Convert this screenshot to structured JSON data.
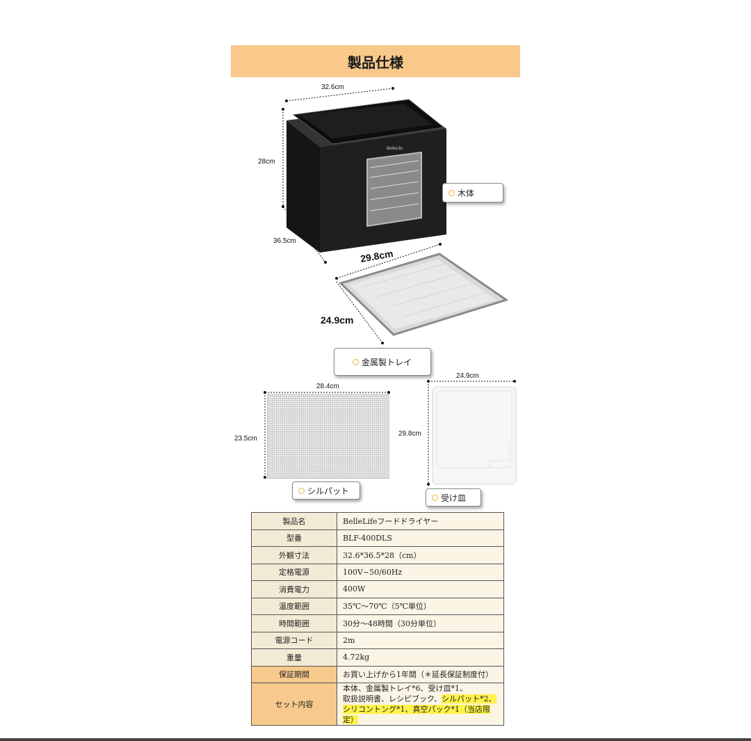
{
  "title": "製品仕様",
  "dimensions": {
    "body_width": "32.6cm",
    "body_height": "28cm",
    "body_depth": "36.5cm",
    "tray_width": "29.8cm",
    "tray_depth": "24.9cm",
    "mat_width": "28.4cm",
    "mat_height": "23.5cm",
    "plate_width": "24.9cm",
    "plate_height": "29.8cm"
  },
  "device_brand": "BelleLife",
  "callouts": {
    "body": "木体",
    "tray": "金属製トレイ",
    "mat": "シルパット",
    "plate": "受け皿"
  },
  "spec_rows": [
    {
      "key": "製品名",
      "value": "BelleLifeフードドライヤー"
    },
    {
      "key": "型番",
      "value": "BLF-400DLS"
    },
    {
      "key": "外観寸法",
      "value": "32.6*36.5*28（cm）"
    },
    {
      "key": "定格電源",
      "value": "100V~50/60Hz"
    },
    {
      "key": "消費電力",
      "value": "400W"
    },
    {
      "key": "温度範囲",
      "value": "35℃～70℃（5℃単位）"
    },
    {
      "key": "時間範囲",
      "value": "30分～48時間（30分単位）"
    },
    {
      "key": "電源コード",
      "value": "2m"
    },
    {
      "key": "重量",
      "value": "4.72kg"
    },
    {
      "key": "保証期間",
      "value": "お買い上げから1年間（＊延長保証制度付）"
    },
    {
      "key": "セット内容",
      "value_line1": "本体、金属製トレイ*6、受け皿*1、",
      "value_line2a": "取扱説明書、レシピブック、",
      "value_line2b": "シルパット*2、",
      "value_line3": "シリコントング*1、真空パック*1（当店限定）"
    }
  ],
  "colors": {
    "title_bg": "#f8c98a",
    "highlight_row": "#f7c98c",
    "table_bg": "#fbf5e6",
    "marker": "#fff24a",
    "ring": "#f0b030"
  }
}
